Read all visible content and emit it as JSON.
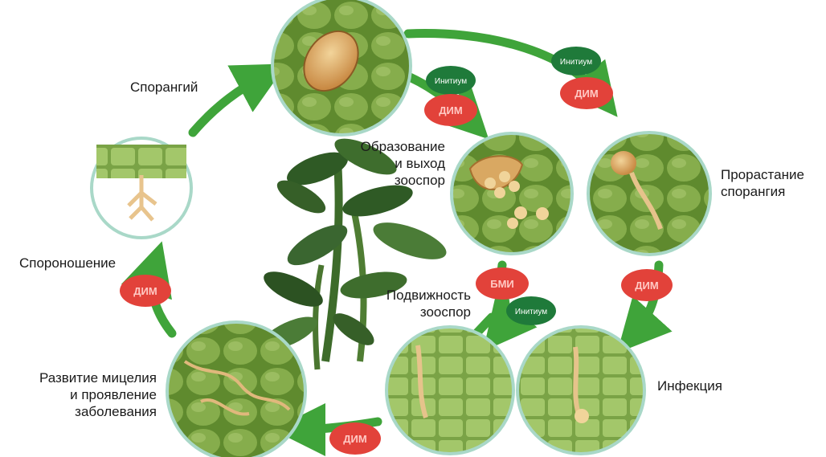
{
  "title": "",
  "stages": [
    {
      "id": "sporangium",
      "label_lines": [
        "Спорангий"
      ]
    },
    {
      "id": "germination",
      "label_lines": [
        "Прорастание",
        "спорангия"
      ]
    },
    {
      "id": "infection",
      "label_lines": [
        "Инфекция"
      ]
    },
    {
      "id": "mycelium",
      "label_lines": [
        "Развитие мицелия",
        "и проявление",
        "заболевания"
      ]
    },
    {
      "id": "sporulation",
      "label_lines": [
        "Спороношение"
      ]
    },
    {
      "id": "zoospore-release",
      "label_lines": [
        "Образование",
        "и выход",
        "зооспор"
      ]
    },
    {
      "id": "zoospore-motility",
      "label_lines": [
        "Подвижность",
        "зооспор"
      ]
    }
  ],
  "badges": {
    "green_text": "Инитиум",
    "red_text": "ДИМ",
    "red_alt_text": "БМИ"
  },
  "colors": {
    "arrow_green": "#3fa43a",
    "badge_green": "#1f7a3a",
    "badge_red": "#e2423a",
    "cell_green": "#7ea64a",
    "circle_border": "#a9d8c8"
  }
}
